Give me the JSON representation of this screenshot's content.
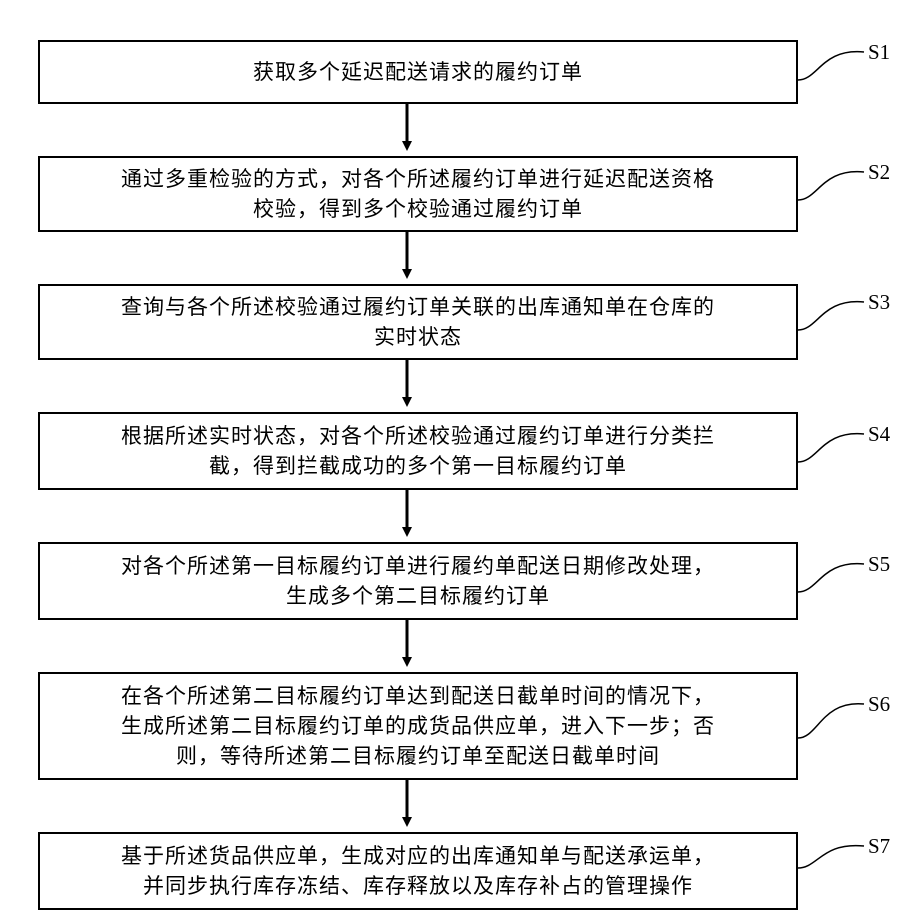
{
  "flowchart": {
    "steps": [
      {
        "label": "S1",
        "text": "获取多个延迟配送请求的履约订单"
      },
      {
        "label": "S2",
        "text": "通过多重检验的方式，对各个所述履约订单进行延迟配送资格\n校验，得到多个校验通过履约订单"
      },
      {
        "label": "S3",
        "text": "查询与各个所述校验通过履约订单关联的出库通知单在仓库的\n实时状态"
      },
      {
        "label": "S4",
        "text": "根据所述实时状态，对各个所述校验通过履约订单进行分类拦\n截，得到拦截成功的多个第一目标履约订单"
      },
      {
        "label": "S5",
        "text": "对各个所述第一目标履约订单进行履约单配送日期修改处理，\n生成多个第二目标履约订单"
      },
      {
        "label": "S6",
        "text": "在各个所述第二目标履约订单达到配送日截单时间的情况下，\n生成所述第二目标履约订单的成货品供应单，进入下一步；否\n则，等待所述第二目标履约订单至配送日截单时间"
      },
      {
        "label": "S7",
        "text": "基于所述货品供应单，生成对应的出库通知单与配送承运单，\n并同步执行库存冻结、库存释放以及库存补占的管理操作"
      }
    ]
  }
}
